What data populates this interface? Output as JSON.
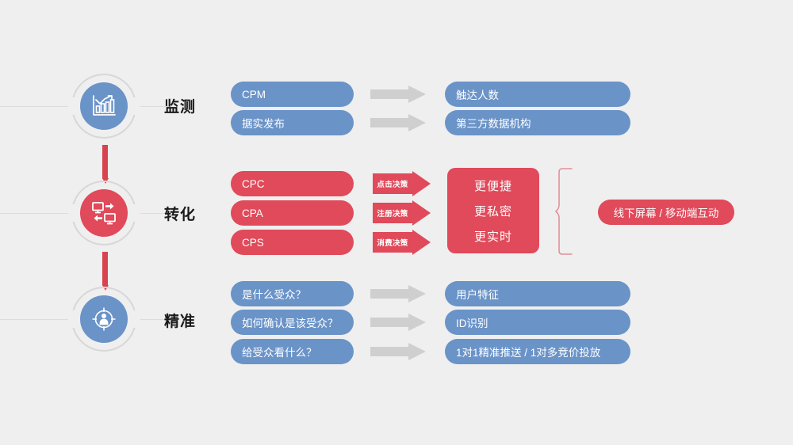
{
  "slide": {
    "background_color": "#efefef",
    "blue": "#6a93c8",
    "red": "#e04a5a",
    "gray_arrow": "#cfcfcf",
    "ring": "#d7d7d7"
  },
  "sections": [
    {
      "id": "monitor",
      "title": "监测",
      "icon": "bar-chart-trend-icon",
      "accent": "#6a93c8",
      "rows": [
        {
          "left": "CPM",
          "arrow": "",
          "right": "触达人数"
        },
        {
          "left": "据实发布",
          "arrow": "",
          "right": "第三方数据机构"
        }
      ]
    },
    {
      "id": "conversion",
      "title": "转化",
      "icon": "screens-transfer-icon",
      "accent": "#e04a5a",
      "rows": [
        {
          "left": "CPC",
          "arrow": "点击决策"
        },
        {
          "left": "CPA",
          "arrow": "注册决策"
        },
        {
          "left": "CPS",
          "arrow": "消费决策"
        }
      ],
      "panel_lines": [
        "更便捷",
        "更私密",
        "更实时"
      ],
      "outcome": "线下屏幕 / 移动端互动"
    },
    {
      "id": "precision",
      "title": "精准",
      "icon": "target-person-icon",
      "accent": "#6a93c8",
      "rows": [
        {
          "left": "是什么受众？",
          "arrow": "",
          "right": "用户特征"
        },
        {
          "left": "如何确认是该受众？",
          "arrow": "",
          "right": "ID识别"
        },
        {
          "left": "给受众看什么？",
          "arrow": "",
          "right": "1对1精准推送 / 1对多竞价投放"
        }
      ]
    }
  ]
}
